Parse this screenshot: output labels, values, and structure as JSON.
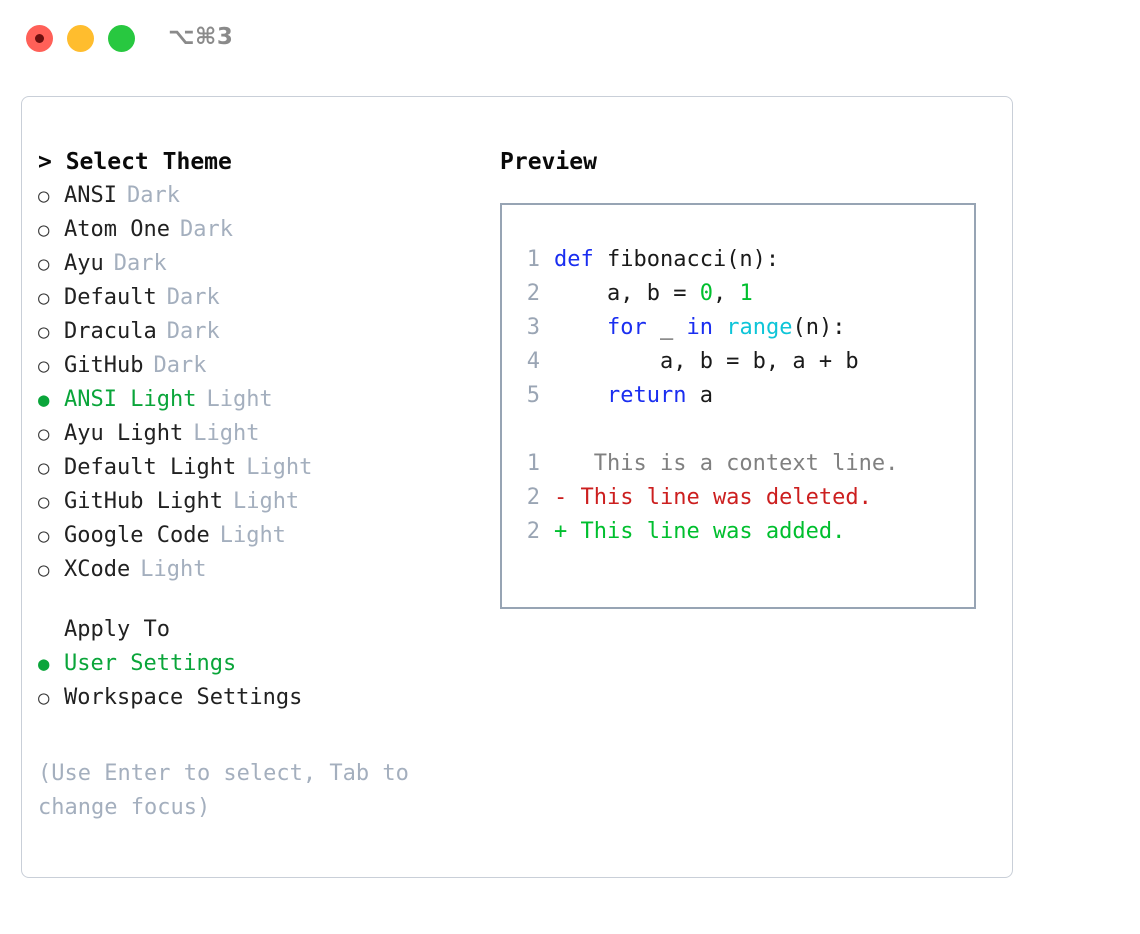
{
  "window": {
    "title": "⌥⌘3",
    "traffic_lights": [
      "close",
      "minimize",
      "maximize"
    ]
  },
  "theme_picker": {
    "header": "> Select Theme",
    "items": [
      {
        "marker": "○",
        "label": "ANSI",
        "suffix": "Dark",
        "selected": false
      },
      {
        "marker": "○",
        "label": "Atom One",
        "suffix": "Dark",
        "selected": false
      },
      {
        "marker": "○",
        "label": "Ayu",
        "suffix": "Dark",
        "selected": false
      },
      {
        "marker": "○",
        "label": "Default",
        "suffix": "Dark",
        "selected": false
      },
      {
        "marker": "○",
        "label": "Dracula",
        "suffix": "Dark",
        "selected": false
      },
      {
        "marker": "○",
        "label": "GitHub",
        "suffix": "Dark",
        "selected": false
      },
      {
        "marker": "●",
        "label": "ANSI Light",
        "suffix": "Light",
        "selected": true
      },
      {
        "marker": "○",
        "label": "Ayu Light",
        "suffix": "Light",
        "selected": false
      },
      {
        "marker": "○",
        "label": "Default Light",
        "suffix": "Light",
        "selected": false
      },
      {
        "marker": "○",
        "label": "GitHub Light",
        "suffix": "Light",
        "selected": false
      },
      {
        "marker": "○",
        "label": "Google Code",
        "suffix": "Light",
        "selected": false
      },
      {
        "marker": "○",
        "label": "XCode",
        "suffix": "Light",
        "selected": false
      }
    ]
  },
  "apply_to": {
    "header": "Apply To",
    "items": [
      {
        "marker": "●",
        "label": "User Settings",
        "selected": true
      },
      {
        "marker": "○",
        "label": "Workspace Settings",
        "selected": false
      }
    ]
  },
  "hint": "(Use Enter to select, Tab to change focus)",
  "preview": {
    "header": "Preview",
    "code_lines": [
      {
        "no": "1",
        "tokens": [
          {
            "t": "def ",
            "c": "kw"
          },
          {
            "t": "fibonacci(n):",
            "c": "pl"
          }
        ]
      },
      {
        "no": "2",
        "tokens": [
          {
            "t": "    a, b = ",
            "c": "pl"
          },
          {
            "t": "0",
            "c": "num"
          },
          {
            "t": ", ",
            "c": "pl"
          },
          {
            "t": "1",
            "c": "num"
          }
        ]
      },
      {
        "no": "3",
        "tokens": [
          {
            "t": "    ",
            "c": "pl"
          },
          {
            "t": "for",
            "c": "kw"
          },
          {
            "t": " _ ",
            "c": "pl"
          },
          {
            "t": "in",
            "c": "kw"
          },
          {
            "t": " ",
            "c": "pl"
          },
          {
            "t": "range",
            "c": "fn"
          },
          {
            "t": "(n):",
            "c": "pl"
          }
        ]
      },
      {
        "no": "4",
        "tokens": [
          {
            "t": "        a, b = b, a + b",
            "c": "pl"
          }
        ]
      },
      {
        "no": "5",
        "tokens": [
          {
            "t": "    ",
            "c": "pl"
          },
          {
            "t": "return",
            "c": "kw"
          },
          {
            "t": " a",
            "c": "pl"
          }
        ]
      }
    ],
    "diff_lines": [
      {
        "no": "1",
        "sign": " ",
        "text": "  This is a context line.",
        "kind": "ctx"
      },
      {
        "no": "2",
        "sign": "-",
        "text": " This line was deleted.",
        "kind": "del"
      },
      {
        "no": "2",
        "sign": "+",
        "text": " This line was added.",
        "kind": "add"
      }
    ]
  },
  "colors": {
    "accent_green": "#0aa53a",
    "muted": "#a4afbe",
    "keyword": "#1a2ef0",
    "function": "#0ec5d8",
    "number": "#00bf2e",
    "diff_delete": "#cc1f1f",
    "diff_add": "#00bf2e",
    "panel_border": "#97a4b4",
    "window_border": "#c9cfd8"
  }
}
